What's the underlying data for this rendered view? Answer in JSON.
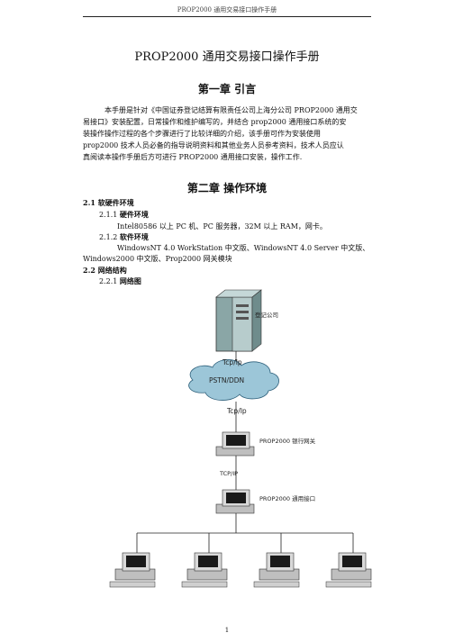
{
  "header": {
    "running_title": "PROP2000 通用交易接口操作手册"
  },
  "doc_title": "PROP2000 通用交易接口操作手册",
  "chapter1": {
    "title": "第一章  引言",
    "paragraph": [
      "本手册是针对《中国证券登记结算有限责任公司上海分公司 PROP2000 通用交",
      "易接口》安装配置，日常操作和维护编写的，并结合 prop2000 通用接口系统的安",
      "装操作操作过程的各个步骤进行了比较详细的介绍，该手册可作为安装使用",
      "prop2000 技术人员必备的指导说明资料和其他业务人员参考资料，技术人员应认",
      "真阅读本操作手册后方可进行 PROP2000 通用接口安装，操作工作."
    ]
  },
  "chapter2": {
    "title": "第二章  操作环境",
    "s21": "2.1  软硬件环境",
    "s211": {
      "num": "2.1.1",
      "label": "硬件环境"
    },
    "s211_text": "Intel80586 以上 PC 机、PC 服务器，32M 以上 RAM，网卡。",
    "s212": {
      "num": "2.1.2",
      "label": "软件环境"
    },
    "s212_text1": "WindowsNT 4.0 WorkStation 中文版、WindowsNT 4.0 Server 中文版、",
    "s212_text2": "Windows2000 中文版、Prop2000 网关模块",
    "s22": "2.2  网络结构",
    "s221": {
      "num": "2.2.1",
      "label": "网络图"
    }
  },
  "diagram": {
    "server_label": "登记公司",
    "link1": "Tcp/Ip",
    "cloud_label": "PSTN/DDN",
    "link2": "Tcp/Ip",
    "gateway_label": "PROP2000 银行网关",
    "link3": "TCP/IP",
    "interface_label": "PROP2000 通用接口"
  },
  "page_number": "1"
}
